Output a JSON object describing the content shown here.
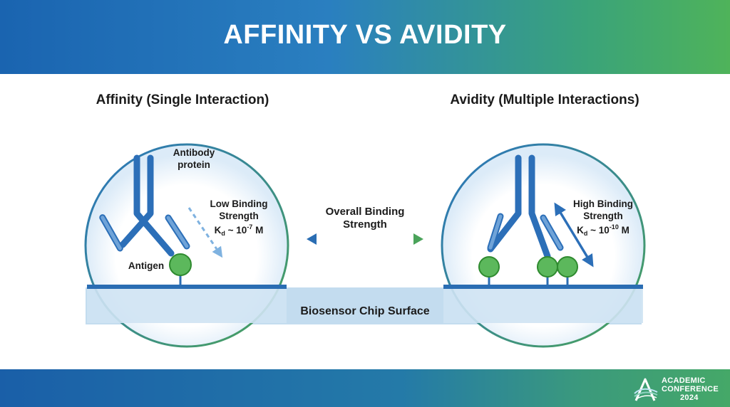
{
  "title": "AFFINITY VS AVIDITY",
  "affinity": {
    "heading": "Affinity (Single Interaction)",
    "antibody_label_1": "Antibody",
    "antibody_label_2": "protein",
    "strength_line1": "Low Binding",
    "strength_line2": "Strength",
    "kd_prefix": "K",
    "kd_sub": "d",
    "kd_mid": " ~ 10",
    "kd_exp": "-7",
    "kd_unit": " M",
    "antigen_label": "Antigen"
  },
  "avidity": {
    "heading": "Avidity (Multiple Interactions)",
    "strength_line1": "High Binding",
    "strength_line2": "Strength",
    "kd_prefix": "K",
    "kd_sub": "d",
    "kd_mid": " ~ 10",
    "kd_exp": "-10",
    "kd_unit": " M"
  },
  "overall": {
    "line1": "Overall Binding",
    "line2": "Strength"
  },
  "chip_label": "Biosensor Chip Surface",
  "logo": {
    "line1": "ACADEMIC",
    "line2": "CONFERENCE",
    "line3": "2024"
  },
  "colors": {
    "antibody": "#2c6fb8",
    "antibody_light": "#6fa3d8",
    "antigen": "#5cb85c",
    "surface": "#2a6db3",
    "chip": "#bcd7ec",
    "ring": "#4aa35a"
  }
}
